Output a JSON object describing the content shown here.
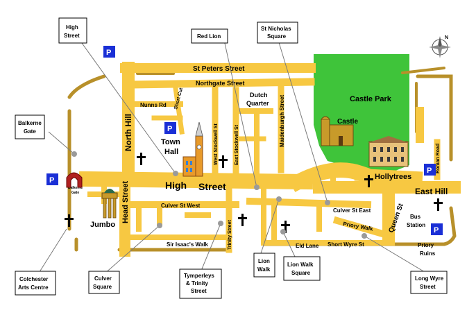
{
  "streets": {
    "st_peters": "St Peters Street",
    "northgate": "Northgate Street",
    "nunns_rd": "Nunns Rd",
    "short_cut": "Short Cut",
    "north_hill": "North Hill",
    "west_stockwell": "West Stockwell St",
    "east_stockwell": "East Stockwell St",
    "maidenburgh": "Maidenburgh Street",
    "high_1": "High",
    "high_2": "Street",
    "head_street": "Head Street",
    "culver_west": "Culver St West",
    "culver_east": "Culver St East",
    "sir_isaacs": "Sir Isaac's Walk",
    "trinity": "Trinity Street",
    "eld_lane": "Eld Lane",
    "short_wyre": "Short Wyre St",
    "priory_walk": "Priory Walk",
    "queen_st": "Queen St",
    "east_hill": "East Hill",
    "roman_road": "Roman Road"
  },
  "places": {
    "dutch_quarter_1": "Dutch",
    "dutch_quarter_2": "Quarter",
    "town_hall_1": "Town",
    "town_hall_2": "Hall",
    "castle_park": "Castle Park",
    "castle": "Castle",
    "hollytrees": "Hollytrees",
    "jumbo": "Jumbo",
    "balkerne_gate_small_1": "Balkerne",
    "balkerne_gate_small_2": "Gate",
    "bus_station_1": "Bus",
    "bus_station_2": "Station",
    "priory_ruins_1": "Priory",
    "priory_ruins_2": "Ruins"
  },
  "callouts": {
    "high_street": [
      "High",
      "Street"
    ],
    "red_lion": [
      "Red Lion"
    ],
    "st_nicholas": [
      "St Nicholas",
      "Square"
    ],
    "balkerne_gate": [
      "Balkerne",
      "Gate"
    ],
    "colchester_arts": [
      "Colchester",
      "Arts Centre"
    ],
    "culver_square": [
      "Culver",
      "Square"
    ],
    "tymperleys": [
      "Tymperleys",
      "& Trinity",
      "Street"
    ],
    "lion_walk": [
      "Lion",
      "Walk"
    ],
    "lion_walk_square": [
      "Lion Walk",
      "Square"
    ],
    "long_wyre": [
      "Long Wyre",
      "Street"
    ]
  },
  "parking_label": "P",
  "compass_label": "N",
  "colors": {
    "road": "#f7c842",
    "old_wall": "#b8902a",
    "park": "#3fc43a",
    "parking": "#1a2fd6"
  }
}
